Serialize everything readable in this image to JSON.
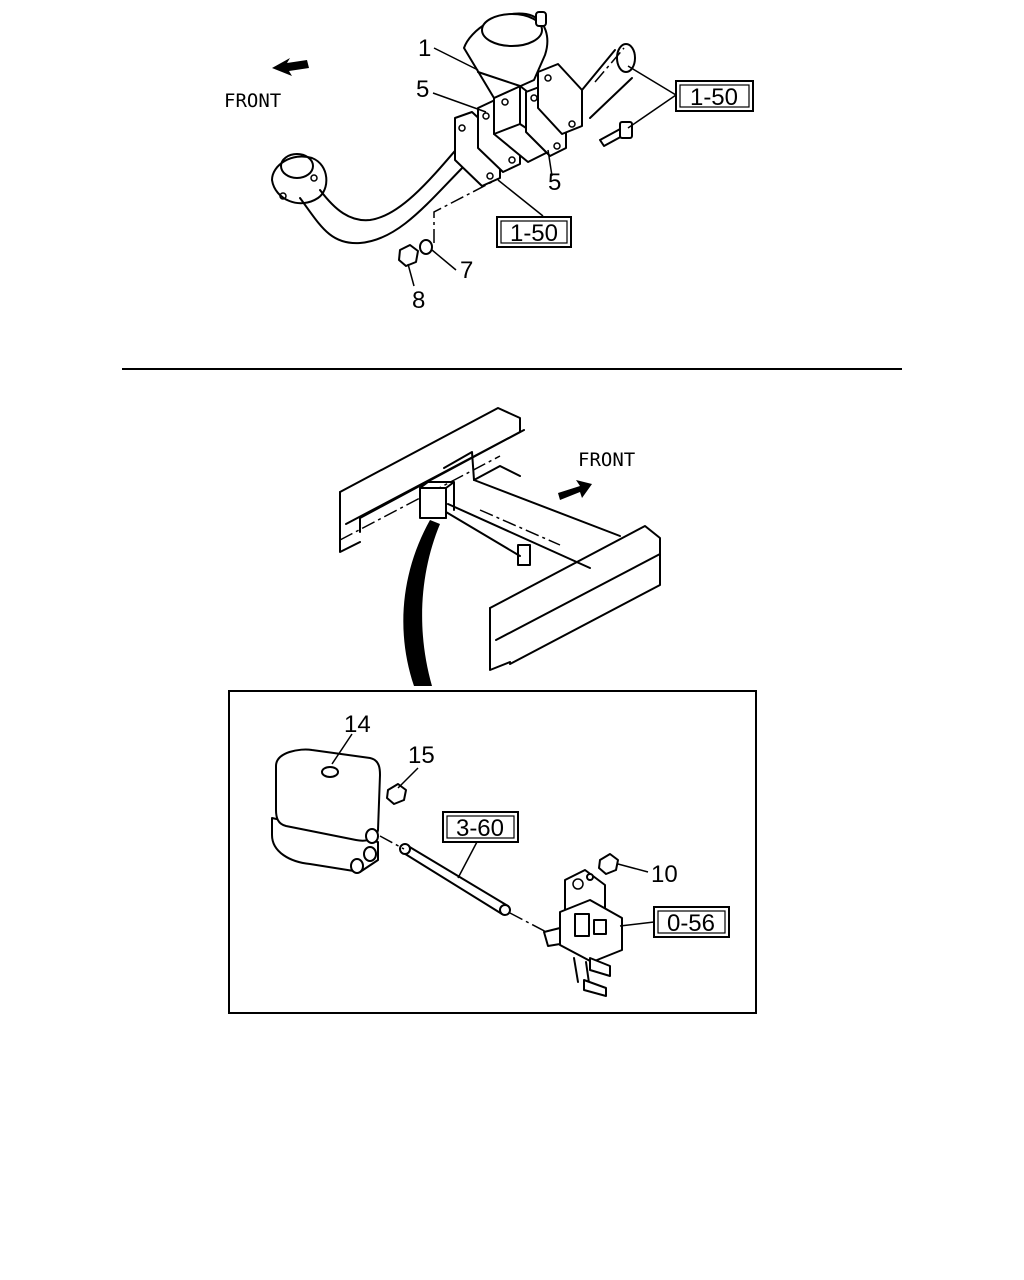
{
  "top_view": {
    "front_label": "FRONT",
    "part_labels": [
      "1",
      "5",
      "5",
      "7",
      "8"
    ],
    "ref_boxes": [
      "1-50",
      "1-50"
    ]
  },
  "bottom_view": {
    "front_label": "FRONT",
    "part_labels": [
      "14",
      "15",
      "10"
    ],
    "ref_boxes": [
      "3-60",
      "0-56"
    ]
  }
}
